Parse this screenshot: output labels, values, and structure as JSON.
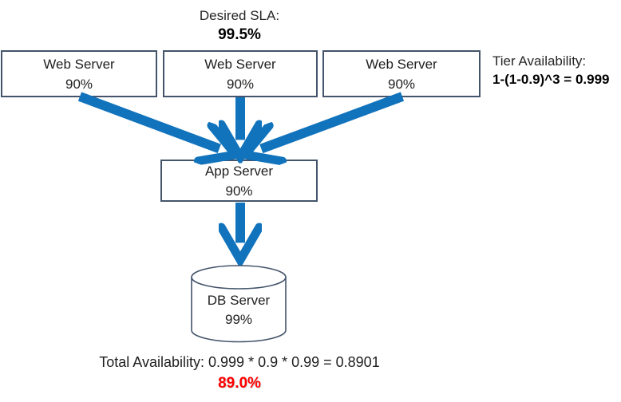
{
  "desired_sla": {
    "label": "Desired SLA:",
    "value": "99.5%"
  },
  "web_servers": [
    {
      "name": "Web Server",
      "availability": "90%"
    },
    {
      "name": "Web Server",
      "availability": "90%"
    },
    {
      "name": "Web Server",
      "availability": "90%"
    }
  ],
  "app_server": {
    "name": "App Server",
    "availability": "90%"
  },
  "db_server": {
    "name": "DB Server",
    "availability": "99%"
  },
  "tier_availability": {
    "label": "Tier Availability:",
    "formula": "1-(1-0.9)^3 = 0.999"
  },
  "total_availability": {
    "label": "Total Availability: 0.999 * 0.9 * 0.99 = 0.8901",
    "value": "89.0%"
  },
  "colors": {
    "arrow": "#1173BC",
    "border": "#44546A",
    "highlight": "#FF0000"
  }
}
